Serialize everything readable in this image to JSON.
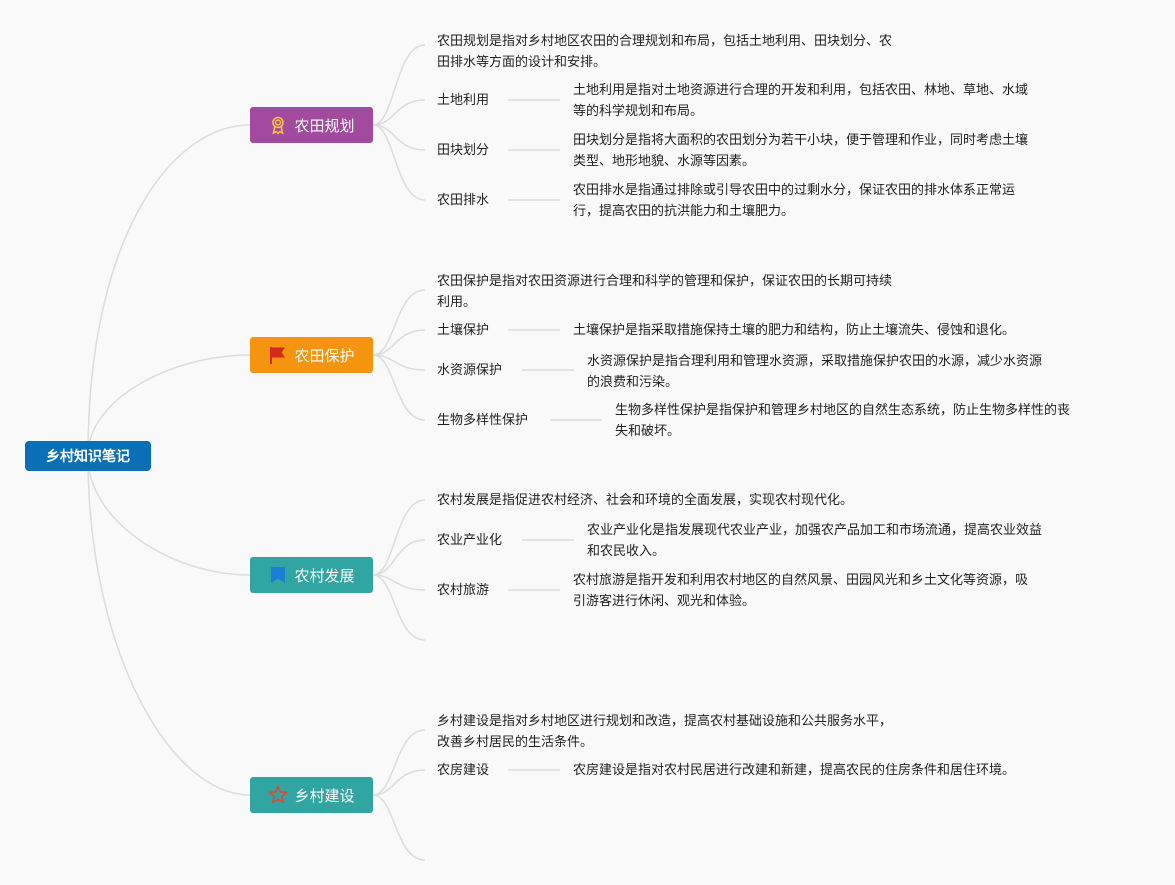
{
  "root": {
    "label": "乡村知识笔记"
  },
  "colors": {
    "line": "#dcdcdc",
    "root": "#0a6fb5"
  },
  "topics": [
    {
      "label": "农田规划",
      "color": "#a24a9e",
      "icon": "award-ribbon-icon",
      "summary": [
        "农田规划是指对乡村地区农田的合理规划和布局，包括土地利用、田块划分、农",
        "田排水等方面的设计和安排。"
      ],
      "items": [
        {
          "label": "土地利用",
          "desc": [
            "土地利用是指对土地资源进行合理的开发和利用，包括农田、林地、草地、水域",
            "等的科学规划和布局。"
          ]
        },
        {
          "label": "田块划分",
          "desc": [
            "田块划分是指将大面积的农田划分为若干小块，便于管理和作业，同时考虑土壤",
            "类型、地形地貌、水源等因素。"
          ]
        },
        {
          "label": "农田排水",
          "desc": [
            "农田排水是指通过排除或引导农田中的过剩水分，保证农田的排水体系正常运",
            "行，提高农田的抗洪能力和土壤肥力。"
          ]
        }
      ]
    },
    {
      "label": "农田保护",
      "color": "#f5940f",
      "icon": "flag-icon",
      "summary": [
        "农田保护是指对农田资源进行合理和科学的管理和保护，保证农田的长期可持续",
        "利用。"
      ],
      "items": [
        {
          "label": "土壤保护",
          "desc": [
            "土壤保护是指采取措施保持土壤的肥力和结构，防止土壤流失、侵蚀和退化。"
          ]
        },
        {
          "label": "水资源保护",
          "desc": [
            "水资源保护是指合理利用和管理水资源，采取措施保护农田的水源，减少水资源",
            "的浪费和污染。"
          ]
        },
        {
          "label": "生物多样性保护",
          "desc": [
            "生物多样性保护是指保护和管理乡村地区的自然生态系统，防止生物多样性的丧",
            "失和破坏。"
          ]
        }
      ]
    },
    {
      "label": "农村发展",
      "color": "#31a5a1",
      "icon": "bookmark-icon",
      "summary": [
        "农村发展是指促进农村经济、社会和环境的全面发展，实现农村现代化。"
      ],
      "items": [
        {
          "label": "农业产业化",
          "desc": [
            "农业产业化是指发展现代农业产业，加强农产品加工和市场流通，提高农业效益",
            "和农民收入。"
          ]
        },
        {
          "label": "农村旅游",
          "desc": [
            "农村旅游是指开发和利用农村地区的自然风景、田园风光和乡土文化等资源，吸",
            "引游客进行休闲、观光和体验。"
          ]
        }
      ]
    },
    {
      "label": "乡村建设",
      "color": "#31a5a1",
      "icon": "star-icon",
      "summary": [
        "乡村建设是指对乡村地区进行规划和改造，提高农村基础设施和公共服务水平，",
        "改善乡村居民的生活条件。"
      ],
      "items": [
        {
          "label": "农房建设",
          "desc": [
            "农房建设是指对农村民居进行改建和新建，提高农民的住房条件和居住环境。"
          ]
        }
      ]
    }
  ]
}
